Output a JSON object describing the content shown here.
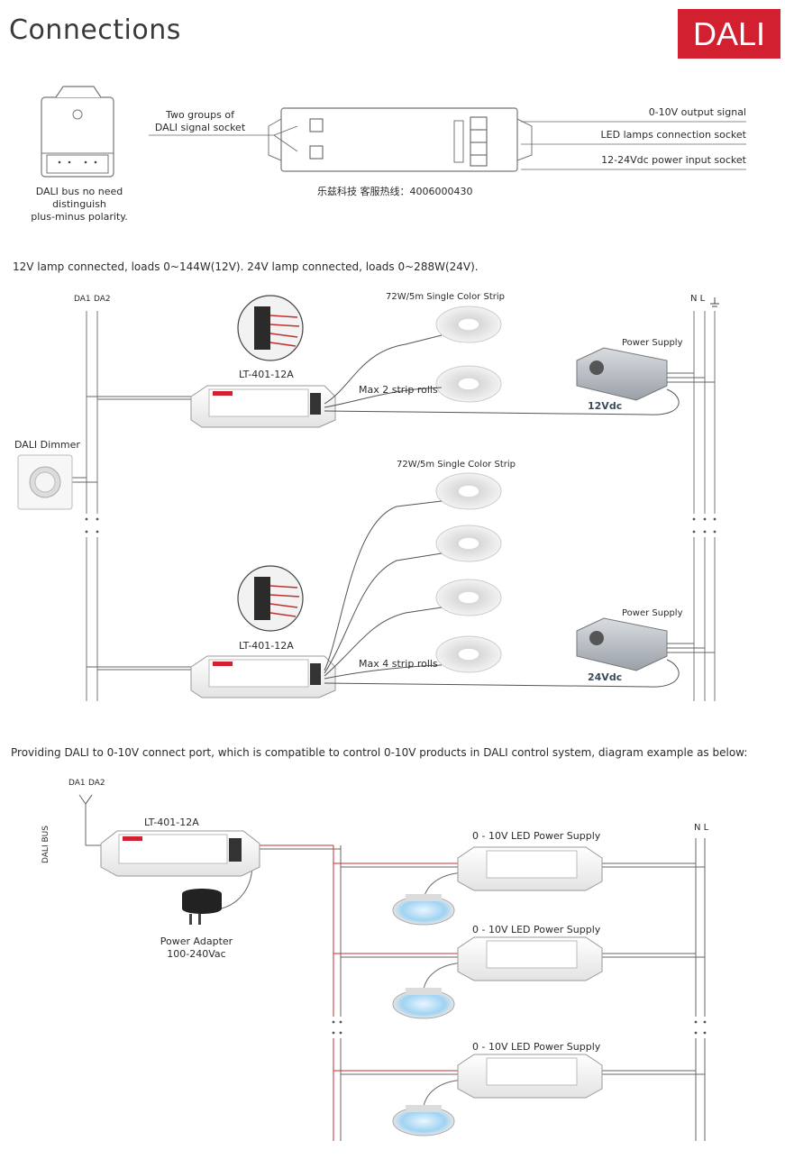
{
  "header": {
    "title": "Connections",
    "badge": "DALI"
  },
  "section1": {
    "dali_note_line1": "DALI bus no need",
    "dali_note_line2": "distinguish",
    "dali_note_line3": "plus-minus polarity.",
    "socket_label_line1": "Two groups of",
    "socket_label_line2": "DALI signal socket",
    "output_signal": "0-10V output signal",
    "lamp_socket": "LED lamps connection socket",
    "power_socket": "12-24Vdc power input socket",
    "hotline": "乐兹科技 客服热线：4006000430"
  },
  "section2": {
    "caption": "12V lamp connected, loads 0~144W(12V). 24V lamp connected, loads 0~288W(24V).",
    "bus_label_1": "DA1",
    "bus_label_2": "DA2",
    "mains_label": "N L",
    "strip_label_top": "72W/5m  Single Color Strip",
    "strip_label_mid": "72W/5m  Single Color Strip",
    "controller_label_1": "LT-401-12A",
    "controller_label_2": "LT-401-12A",
    "power_supply_label_1": "Power Supply",
    "power_supply_label_2": "Power Supply",
    "voltage_1": "12Vdc",
    "voltage_2": "24Vdc",
    "max_rolls_1": "Max 2 strip rolls",
    "max_rolls_2": "Max 4 strip rolls",
    "dimmer_label": "DALI Dimmer"
  },
  "section3": {
    "caption": "Providing DALI to 0-10V connect port, which is compatible to control 0-10V products in DALI control system, diagram example as below:",
    "bus_label_1": "DA1",
    "bus_label_2": "DA2",
    "bus_vertical": "DALI BUS",
    "controller_label": "LT-401-12A",
    "adapter_line1": "Power Adapter",
    "adapter_line2": "100-240Vac",
    "mains_label": "N L",
    "led_ps_1": "0 - 10V  LED Power Supply",
    "led_ps_2": "0 - 10V  LED Power Supply",
    "led_ps_3": "0 - 10V  LED Power Supply"
  },
  "colors": {
    "accent": "#d32030",
    "line": "#555555",
    "wire_red": "#c03030"
  }
}
